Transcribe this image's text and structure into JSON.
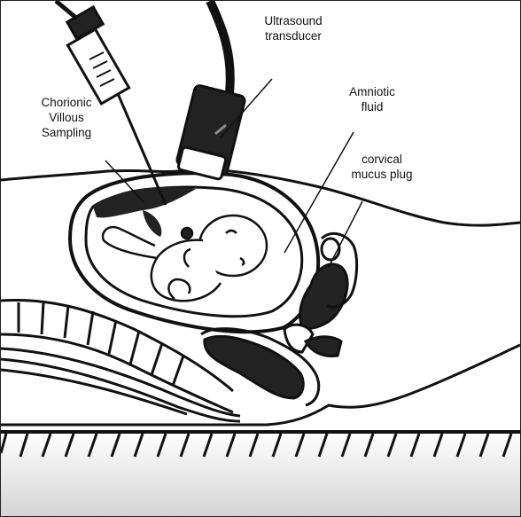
{
  "labels": {
    "cvs": {
      "line1": "Chorionic",
      "line2": "Villous",
      "line3": "Sampling"
    },
    "transducer": {
      "line1": "Ultrasound",
      "line2": "transducer"
    },
    "amniotic": {
      "line1": "Amniotic",
      "line2": "fluid"
    },
    "mucus": {
      "line1": "corvical",
      "line2": "mucus plug"
    }
  },
  "colors": {
    "ink": "#111111",
    "dark_fill": "#222222",
    "mid_fill": "#8a8a8a",
    "floor_shade": "#d9d9d9"
  }
}
